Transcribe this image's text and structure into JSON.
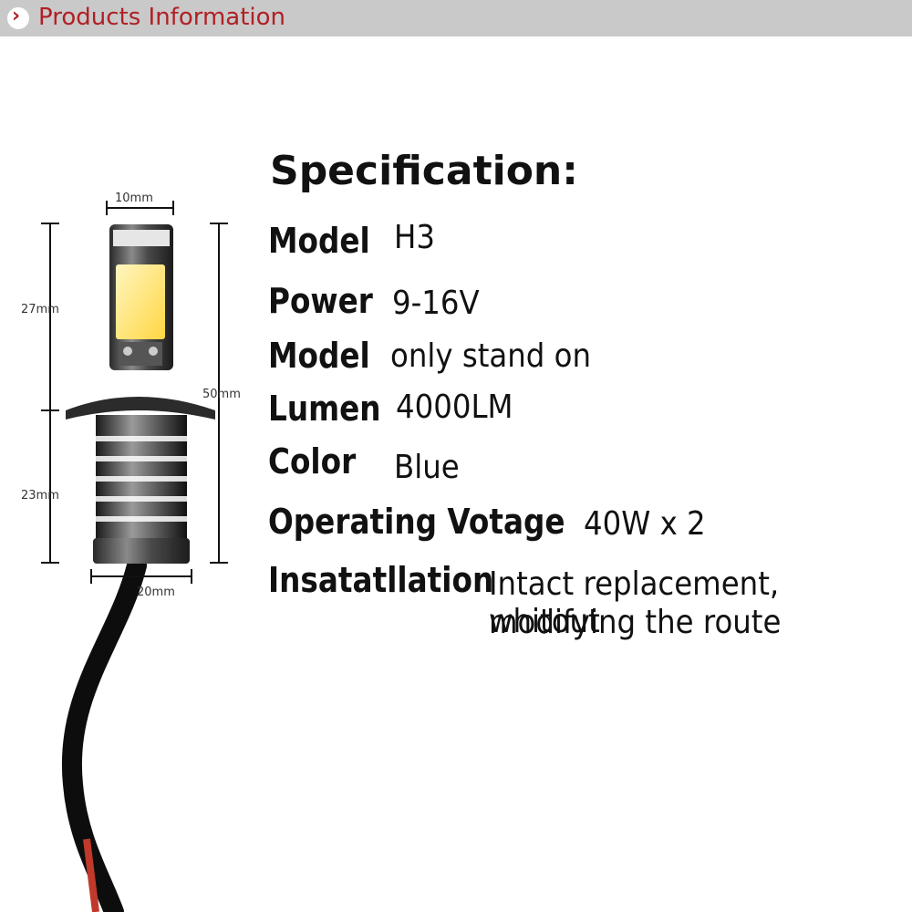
{
  "header": {
    "title": "Products Information",
    "accent_color": "#b02025",
    "bar_color": "#c9c9c9",
    "icon": "chevron-right-icon"
  },
  "dimensions": {
    "width_top": "10mm",
    "upper_height": "27mm",
    "lower_height": "23mm",
    "total_height": "50mm",
    "base_width": "20mm"
  },
  "spec": {
    "title": "Specification:",
    "rows": [
      {
        "label": "Model",
        "value": "H3"
      },
      {
        "label": "Power",
        "value": "9-16V"
      },
      {
        "label": "Model",
        "value": "only stand on"
      },
      {
        "label": "Lumen",
        "value": "4000LM"
      },
      {
        "label": "Color",
        "value": "Blue"
      },
      {
        "label": "Operating Votage",
        "value": "40W x 2"
      },
      {
        "label": "Insatatllation",
        "value": "Intact replacement, whitout",
        "value2": "modifying the route"
      }
    ]
  }
}
